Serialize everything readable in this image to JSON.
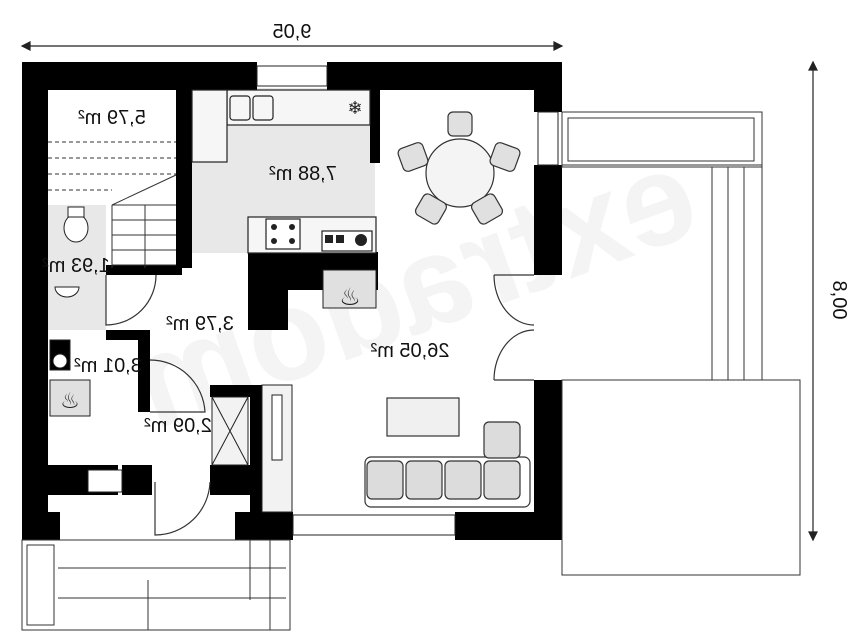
{
  "dimensions": {
    "width": "9,05",
    "depth": "8,00"
  },
  "rooms": {
    "stairs_area": "5,79 m²",
    "kitchen": "7,88 m²",
    "bathroom": "1,93 m²",
    "hall": "3,79 m²",
    "boiler_room": "3,01 m²",
    "vestibule": "2,09 m²",
    "living_room": "26,05 m²"
  },
  "watermark": "extradom",
  "colors": {
    "wall": "#000000",
    "floor_tiled": "#e6e6e6",
    "furniture": "#d9d9d9",
    "line": "#222222"
  }
}
